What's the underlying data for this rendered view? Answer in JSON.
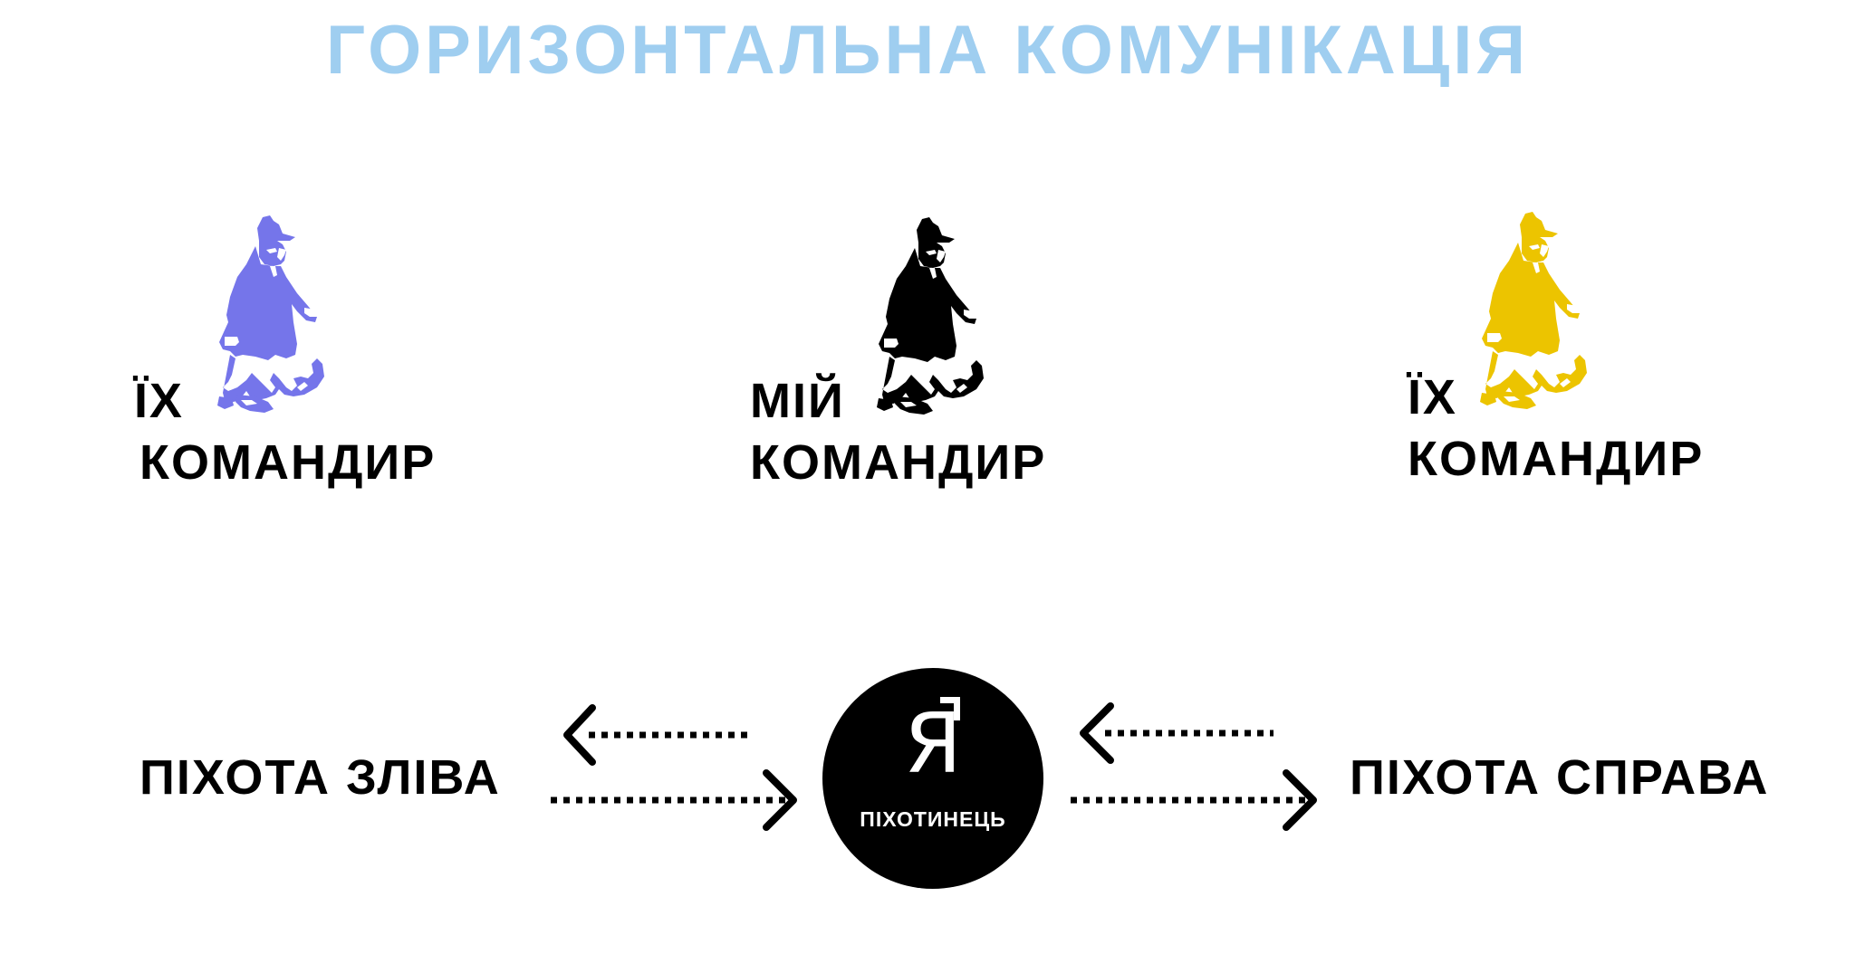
{
  "title": "ГОРИЗОНТАЛЬНА КОМУНІКАЦІЯ",
  "colors": {
    "title": "#9fcef0",
    "left_commander": "#7575ea",
    "center_commander": "#000000",
    "right_commander": "#ecc400",
    "text": "#000000"
  },
  "commanders": {
    "left": {
      "line1": "ЇХ",
      "line2": "КОМАНДИР",
      "icon": "soldier-silhouette-icon"
    },
    "center": {
      "line1": "МІЙ",
      "line2": "КОМАНДИР",
      "icon": "soldier-silhouette-icon"
    },
    "right": {
      "line1": "ЇХ",
      "line2": "КОМАНДИР",
      "icon": "soldier-silhouette-icon"
    }
  },
  "bottom": {
    "left_label": "ПІХОТА ЗЛІВА",
    "right_label": "ПІХОТА СПРАВА",
    "me_letter": "Я",
    "me_caption": "ПІХОТИНЕЦЬ",
    "arrow_icon": "dotted-double-arrow-icon"
  }
}
